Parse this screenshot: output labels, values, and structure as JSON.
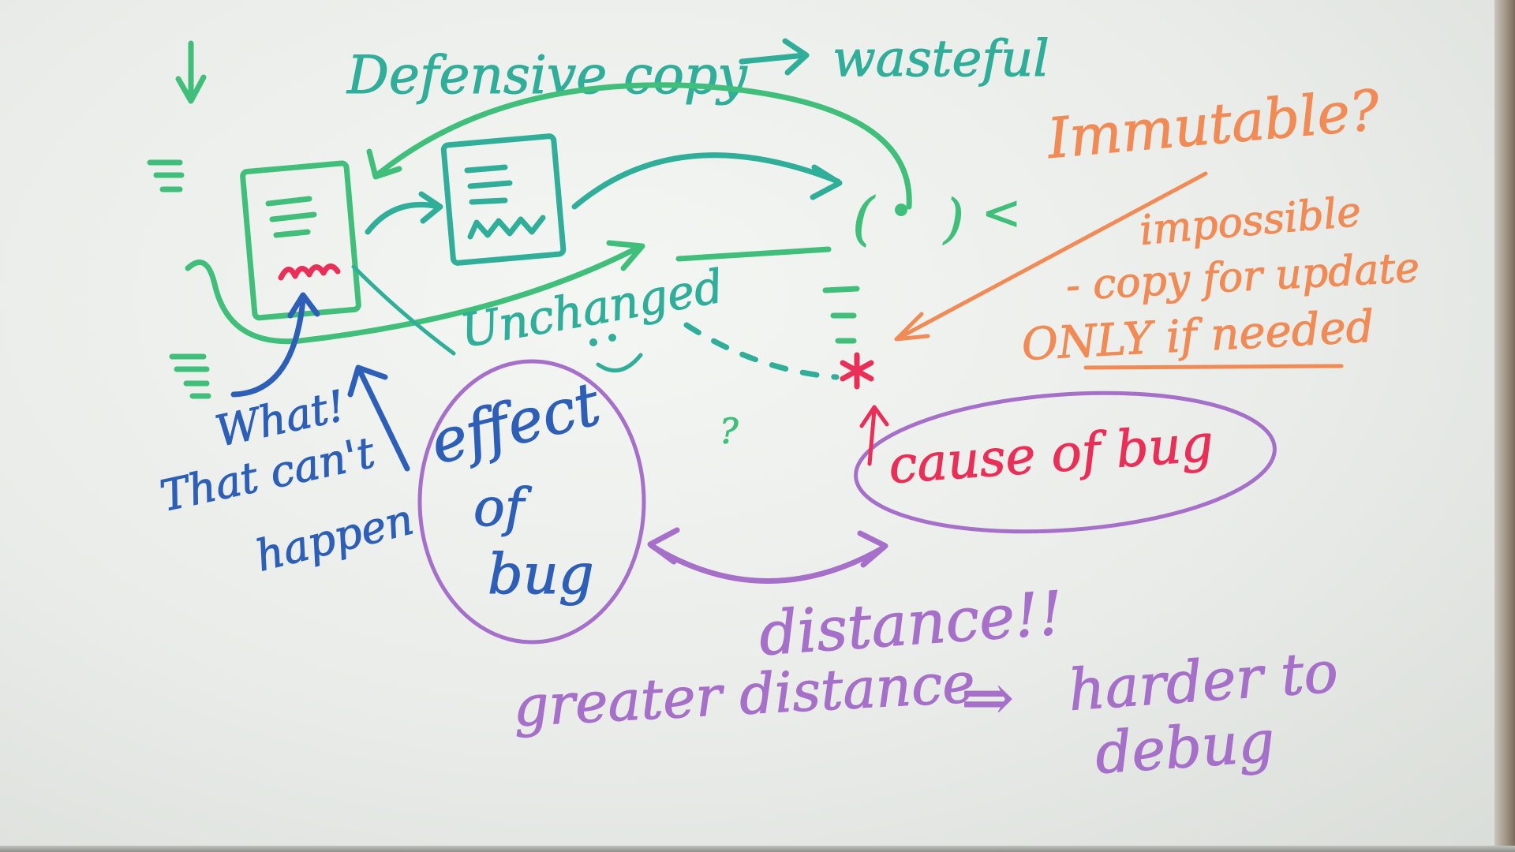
{
  "board": {
    "title_left": "Defensive copy",
    "title_right": "wasteful",
    "unchanged": "Unchanged",
    "immutable": "Immutable?",
    "impossible": "impossible",
    "copy_for_update": "- copy for update",
    "only_if_needed": "ONLY if needed",
    "what_line1": "What!",
    "what_line2": "That can't",
    "what_line3": "happen",
    "effect_line1": "effect",
    "effect_line2": "of",
    "effect_line3": "bug",
    "cause": "cause of bug",
    "distance": "distance!!",
    "greater_distance": "greater distance",
    "implies": "⇒",
    "harder_to": "harder to",
    "debug": "debug",
    "question_mark": "?",
    "paren_open": "(",
    "paren_close": ")",
    "less_than": "<"
  },
  "colors": {
    "green": "#3fbf7a",
    "teal": "#2fae9a",
    "orange": "#f28a55",
    "purple": "#a66fc9",
    "blue": "#2d5fb8",
    "red": "#ea2e58"
  }
}
